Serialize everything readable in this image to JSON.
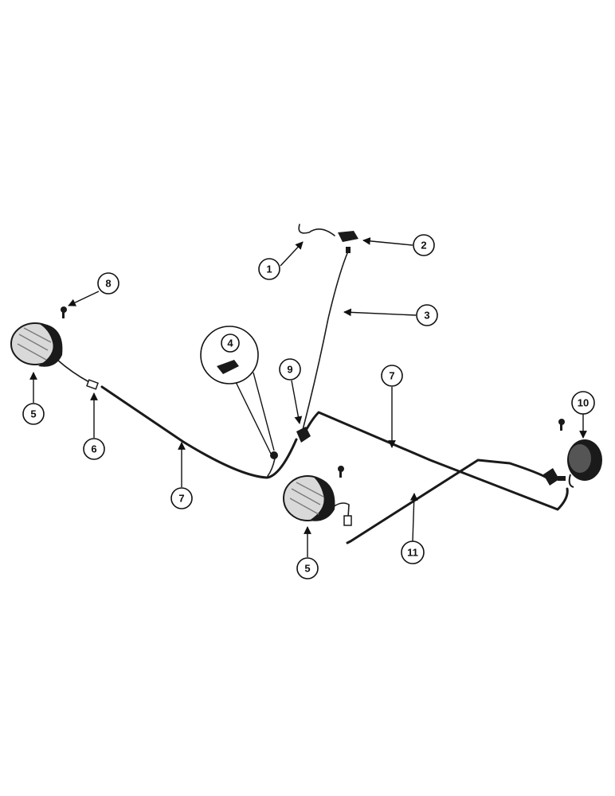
{
  "callouts": {
    "c1": "1",
    "c2": "2",
    "c3": "3",
    "c4": "4",
    "c5a": "5",
    "c5b": "5",
    "c6": "6",
    "c7a": "7",
    "c7b": "7",
    "c8": "8",
    "c9": "9",
    "c10": "10",
    "c11": "11"
  }
}
